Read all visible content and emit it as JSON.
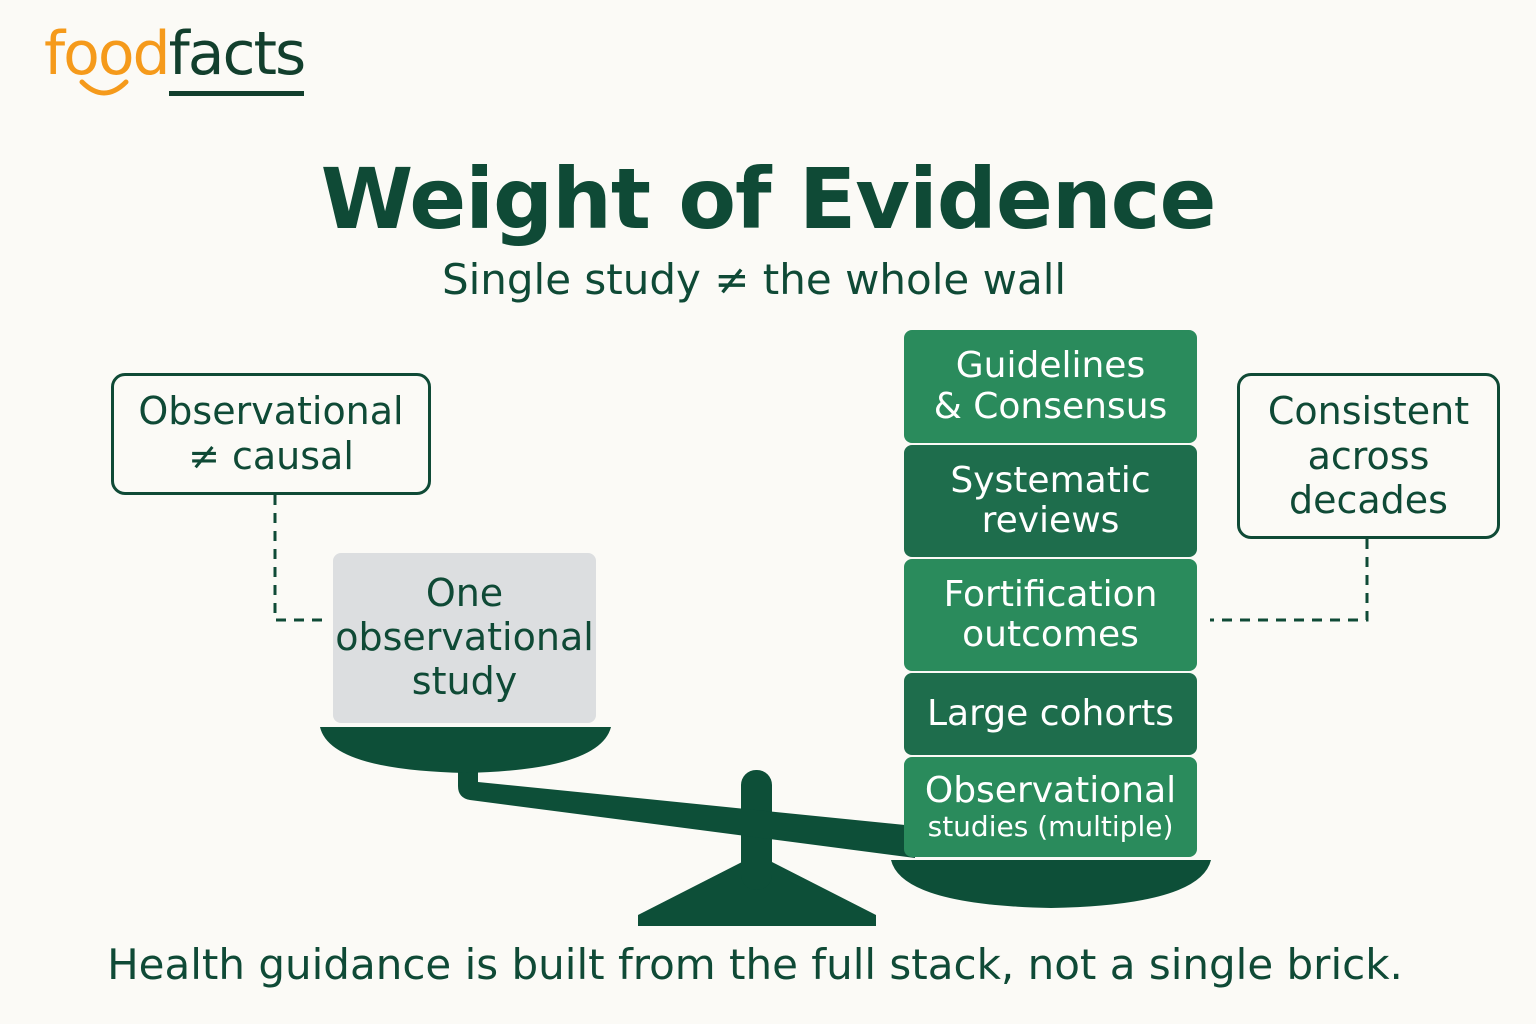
{
  "brand": {
    "part1": "food",
    "part2": "facts"
  },
  "title": "Weight of Evidence",
  "subtitle": "Single study ≠ the whole wall",
  "callouts": {
    "left": [
      "Observational",
      "≠ causal"
    ],
    "right": [
      "Consistent",
      "across",
      "decades"
    ]
  },
  "single_study": [
    "One",
    "observational",
    "study"
  ],
  "stack": [
    {
      "line1": "Guidelines",
      "line2": "& Consensus"
    },
    {
      "line1": "Systematic",
      "line2": "reviews"
    },
    {
      "line1": "Fortification",
      "line2": "outcomes"
    },
    {
      "line1": "Large cohorts",
      "line2": ""
    },
    {
      "line1": "Observational",
      "line2": "studies (multiple)"
    }
  ],
  "footer": "Health guidance is built from the full stack, not a single brick.",
  "colors": {
    "dark_green": "#0f4a36",
    "scale_green": "#0d4f38",
    "brick_light": "#2a8b5c",
    "brick_dark": "#1e6d4c",
    "single_study_gray": "#dcdee0",
    "brand_orange": "#f59a1b"
  }
}
